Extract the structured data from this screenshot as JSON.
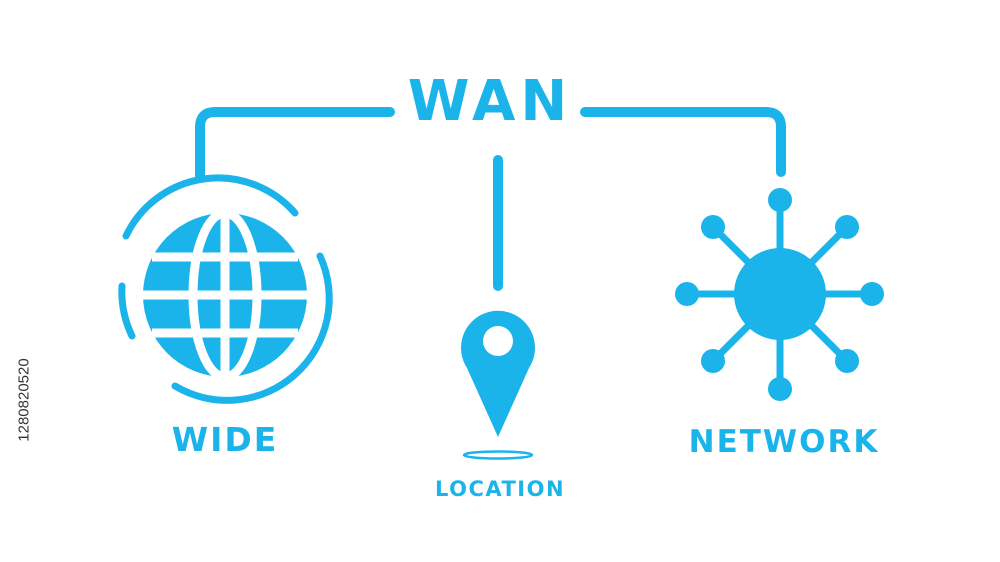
{
  "title": "WAN",
  "labels": {
    "wide": "WIDE",
    "location": "LOCATION",
    "network": "NETWORK"
  },
  "watermark_id": "1280820520",
  "colors": {
    "accent": "#1ab4ea",
    "background": "#ffffff"
  },
  "icons": [
    "globe-icon",
    "location-pin-icon",
    "network-hub-icon"
  ]
}
